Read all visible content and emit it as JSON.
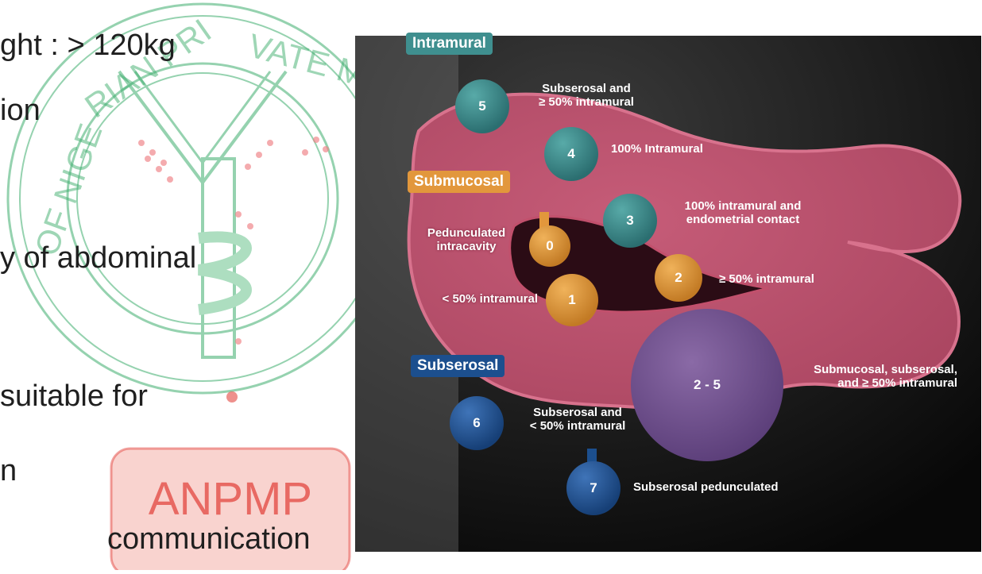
{
  "slide_text": {
    "lines": [
      "ght : > 120kg",
      "ion",
      "y of abdominal",
      "suitable for",
      "n",
      "communication"
    ]
  },
  "watermark": {
    "org_name": "ASSOCIATION OF NIGERIAN PRIVATE MEDICAL PRACTITIONERS",
    "acronym": "ANPMP",
    "color": "#3fae6e",
    "accent": "#e3463f"
  },
  "diagram": {
    "categories": {
      "intramural": {
        "label": "Intramural",
        "color": "#3f8f8f"
      },
      "submucosal": {
        "label": "Submucosal",
        "color": "#e2973c"
      },
      "subserosal": {
        "label": "Subserosal",
        "color": "#1c4f8e"
      }
    },
    "uterus_color": "#b9506c",
    "fibroids": [
      {
        "num": "5",
        "desc": "Subserosal and\n≥ 50% intramural"
      },
      {
        "num": "4",
        "desc": "100% Intramural"
      },
      {
        "num": "3",
        "desc": "100% intramural and\nendometrial contact"
      },
      {
        "num": "0",
        "desc": "Pedunculated\nintracavity"
      },
      {
        "num": "2",
        "desc": "≥ 50% intramural"
      },
      {
        "num": "1",
        "desc": "< 50% intramural"
      },
      {
        "num": "2 - 5",
        "desc": "Submucosal, subserosal,\nand ≥ 50% intramural"
      },
      {
        "num": "6",
        "desc": "Subserosal and\n< 50% intramural"
      },
      {
        "num": "7",
        "desc": "Subserosal pedunculated"
      }
    ]
  }
}
